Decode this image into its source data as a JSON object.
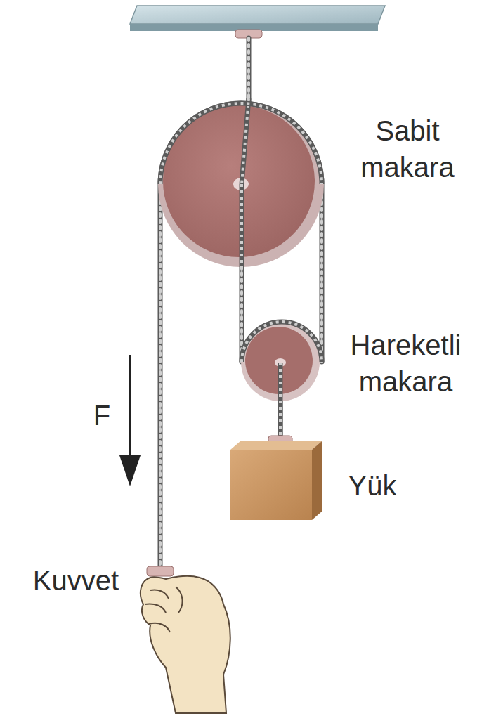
{
  "diagram": {
    "labels": [
      "Sabit makara",
      "Hareketli makara",
      "F",
      "Yük",
      "Kuvvet"
    ]
  }
}
